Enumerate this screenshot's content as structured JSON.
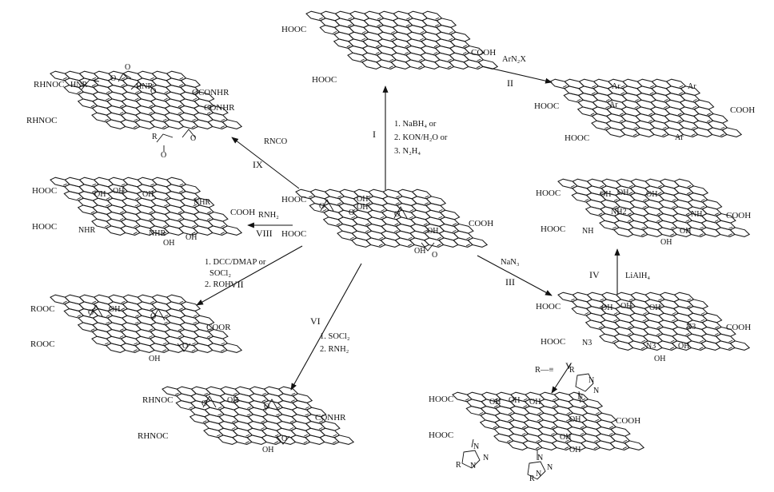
{
  "structures": {
    "center": {
      "groups": [
        "HOOC",
        "HOOC",
        "OH",
        "OH",
        "OH",
        "COOH",
        "OH",
        "O",
        "O",
        "O",
        "O"
      ]
    },
    "top": {
      "groups": [
        "HOOC",
        "HOOC",
        "COOH"
      ]
    },
    "arylated": {
      "groups": [
        "HOOC",
        "HOOC",
        "COOH",
        "Ar",
        "Ar",
        "Ar",
        "Ar"
      ]
    },
    "carbamate": {
      "groups": [
        "RHNOC",
        "RHNOC",
        "HNR",
        "HNR",
        "OCONHR",
        "CONHR",
        "O",
        "O",
        "O",
        "O",
        "R",
        "O"
      ]
    },
    "amine": {
      "groups": [
        "HOOC",
        "HOOC",
        "OH",
        "OH",
        "OH",
        "OH",
        "OH",
        "NHR",
        "NHR",
        "NHR",
        "COOH"
      ]
    },
    "ester": {
      "groups": [
        "ROOC",
        "ROOC",
        "OH",
        "OH",
        "O",
        "O",
        "O",
        "COOR"
      ]
    },
    "amide": {
      "groups": [
        "RHNOC",
        "RHNOC",
        "OH",
        "OH",
        "O",
        "O",
        "O",
        "CONHR"
      ]
    },
    "azide": {
      "groups": [
        "HOOC",
        "HOOC",
        "OH",
        "OH",
        "OH",
        "OH",
        "OH",
        "N3",
        "N3",
        "N3",
        "COOH"
      ]
    },
    "aminated": {
      "groups": [
        "HOOC",
        "HOOC",
        "OH",
        "OH",
        "OH",
        "OH",
        "OH",
        "NH",
        "NH2",
        "NH",
        "COOH"
      ]
    },
    "triazole": {
      "groups": [
        "HOOC",
        "HOOC",
        "OH",
        "OH",
        "OH",
        "OH",
        "OH",
        "OH",
        "COOH",
        "R",
        "R",
        "R",
        "N",
        "N",
        "N",
        "N",
        "N",
        "N",
        "N",
        "N",
        "N"
      ]
    }
  },
  "reactions": {
    "I": {
      "numeral": "I",
      "conditions": [
        "1. NaBH₄ or",
        "2. KON/H₂O or",
        "3. N₂H₄"
      ]
    },
    "II": {
      "numeral": "II",
      "conditions": [
        "ArN₂X"
      ]
    },
    "III": {
      "numeral": "III",
      "conditions": [
        "NaN₃"
      ]
    },
    "IV": {
      "numeral": "IV",
      "conditions": [
        "LiAlH₄"
      ]
    },
    "V": {
      "numeral": "V",
      "conditions": [
        "R—≡"
      ]
    },
    "VI": {
      "numeral": "VI",
      "conditions": [
        "1. SOCl₂",
        "2. RNH₂"
      ]
    },
    "VII": {
      "numeral": "VII",
      "conditions": [
        "1. DCC/DMAP or",
        "SOCl₂",
        "2. ROH"
      ]
    },
    "VIII": {
      "numeral": "VIII",
      "conditions": [
        "RNH₂"
      ]
    },
    "IX": {
      "numeral": "IX",
      "conditions": [
        "RNCO"
      ]
    }
  }
}
